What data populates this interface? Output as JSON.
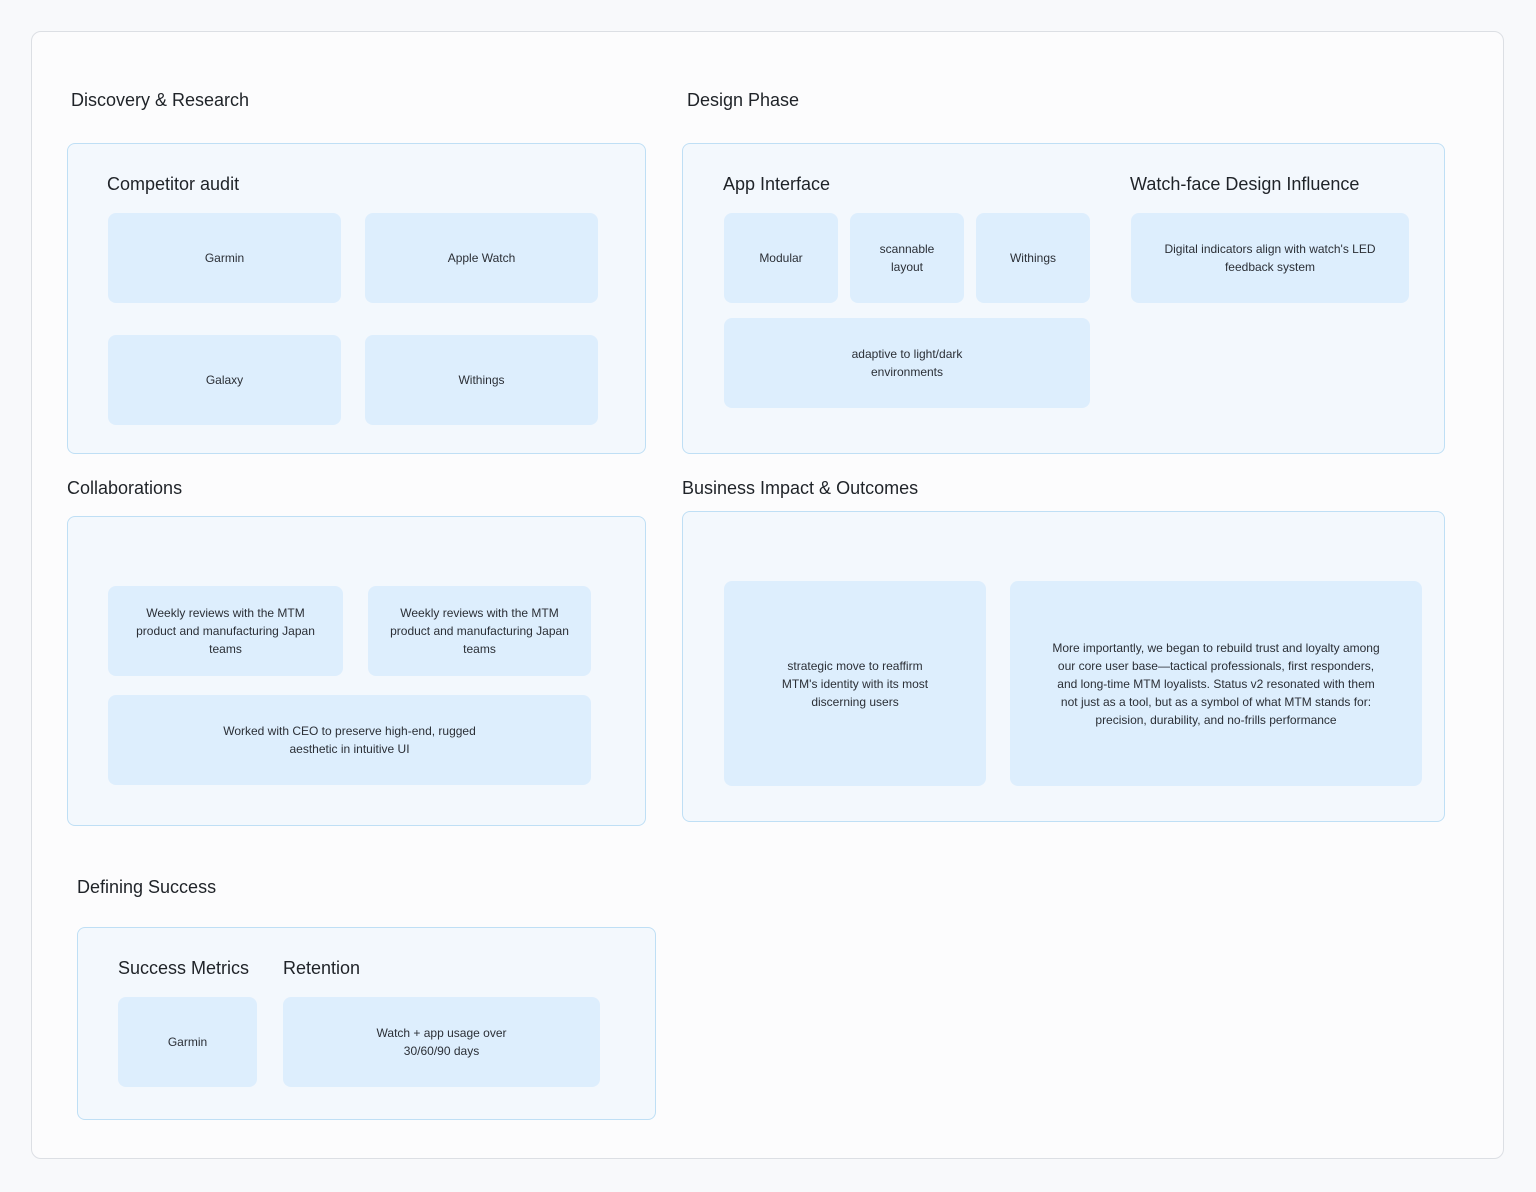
{
  "sections": {
    "discovery": {
      "title": "Discovery & Research",
      "group_title": "Competitor audit",
      "cards": [
        "Garmin",
        "Apple Watch",
        "Galaxy",
        "Withings"
      ]
    },
    "design": {
      "title": "Design Phase",
      "app_interface": {
        "title": "App Interface",
        "cards": [
          "Modular",
          "scannable layout",
          "Withings",
          "adaptive to light/dark environments"
        ]
      },
      "watch_face": {
        "title": "Watch-face Design Influence",
        "card": "Digital indicators align with watch's LED feedback system"
      }
    },
    "collaborations": {
      "title": "Collaborations",
      "cards": [
        "Weekly reviews with the MTM product and manufacturing Japan teams",
        "Weekly reviews with the MTM product and manufacturing Japan teams",
        "Worked with CEO to preserve high-end, rugged aesthetic in intuitive UI"
      ]
    },
    "business": {
      "title": "Business Impact & Outcomes",
      "cards": [
        "strategic move to reaffirm MTM's identity with its most discerning users",
        "More importantly, we began to rebuild trust and loyalty among our core user base—tactical professionals, first responders, and long-time MTM loyalists. Status v2 resonated with them not just as a tool, but as a symbol of what MTM stands for: precision, durability, and no-frills performance"
      ]
    },
    "success": {
      "title": "Defining Success",
      "metrics": {
        "title": "Success Metrics",
        "card": "Garmin"
      },
      "retention": {
        "title": "Retention",
        "card": "Watch + app usage over 30/60/90 days"
      }
    }
  }
}
